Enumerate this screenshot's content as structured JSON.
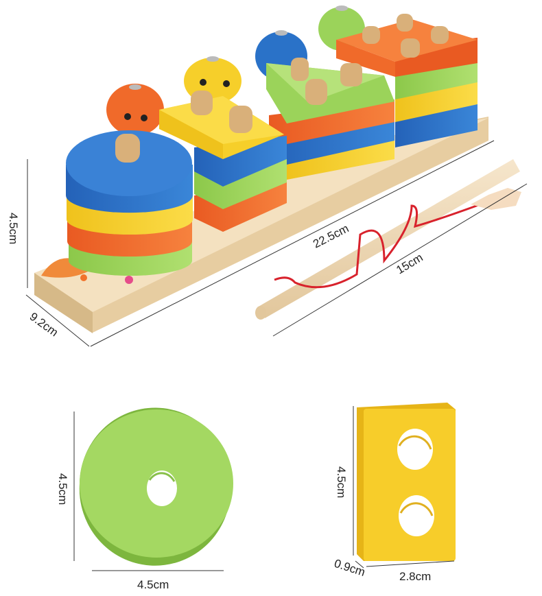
{
  "dimensions": {
    "board_height": "4.5cm",
    "board_width": "9.2cm",
    "board_length": "22.5cm",
    "rod_length": "15cm",
    "ring_height": "4.5cm",
    "ring_width": "4.5cm",
    "block_height": "4.5cm",
    "block_thickness": "0.9cm",
    "block_width": "2.8cm"
  },
  "colors": {
    "wood": "#f1dcb8",
    "wood_edge": "#d9bd8e",
    "blue": "#2a72c8",
    "yellow": "#f6cf2a",
    "orange": "#f06a2a",
    "green": "#9bd35a",
    "peg": "#d9b07a",
    "string": "#d8222c"
  }
}
